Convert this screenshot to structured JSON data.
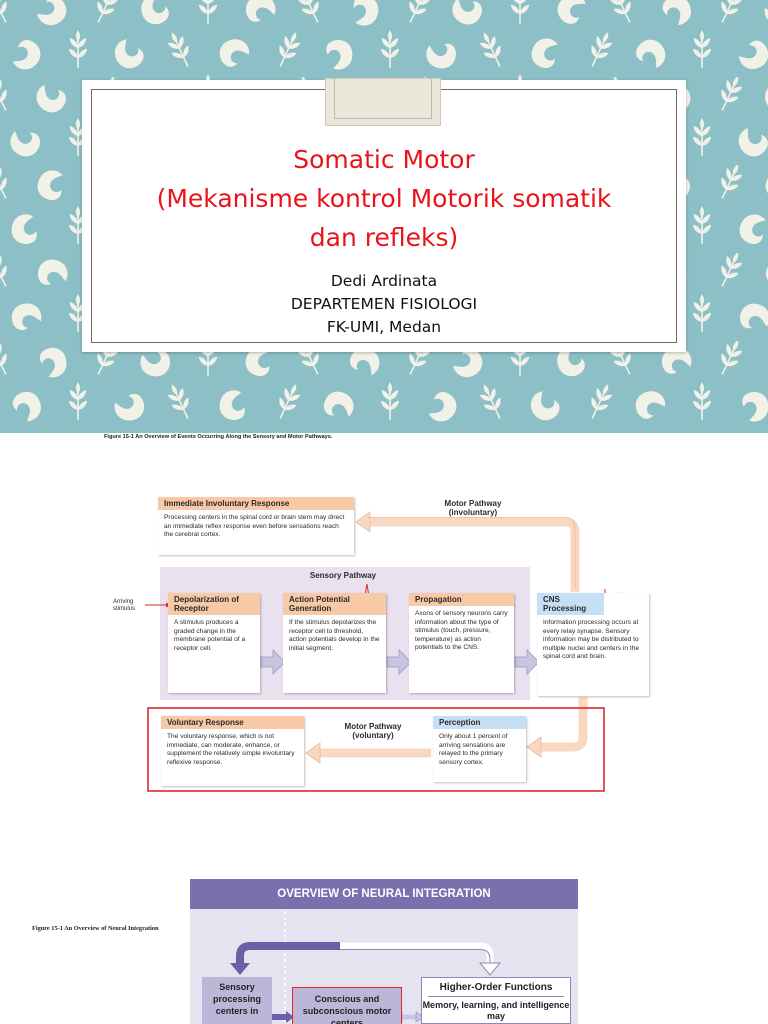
{
  "slide": {
    "title_line1": "Somatic Motor",
    "title_line2": "(Mekanisme kontrol Motorik somatik",
    "title_line3": "dan refleks)",
    "author": "Dedi Ardinata",
    "department": "DEPARTEMEN FISIOLOGI",
    "institution": "FK-UMI, Medan"
  },
  "figure1": {
    "caption": "Figure 15-1 An Overview of Events Occurring Along the Sensory and Motor Pathways.",
    "immediate_title": "Immediate Involuntary Response",
    "immediate_text": "Processing centers in the spinal cord or brain stem may direct an immediate reflex response even before sensations reach the cerebral cortex.",
    "motor_involuntary": "Motor Pathway (involuntary)",
    "sensory_pathway": "Sensory Pathway",
    "arriving_stimulus": "Arriving stimulus",
    "depol_title": "Depolarization of Receptor",
    "depol_text": "A stimulus produces a graded change in the membrane potential of a receptor cell.",
    "ap_title": "Action Potential Generation",
    "ap_text": "If the stimulus depolarizes the receptor cell to threshold, action potentials develop in the initial segment.",
    "prop_title": "Propagation",
    "prop_text": "Axons of sensory neurons carry information about the type of stimulus (touch, pressure, temperature) as action potentials to the CNS.",
    "cns_title": "CNS Processing",
    "cns_text": "Information processing occurs at every relay synapse. Sensory information may be distributed to multiple nuclei and centers in the spinal cord and brain.",
    "voluntary_title": "Voluntary Response",
    "voluntary_text": "The voluntary response, which is not immediate, can moderate, enhance, or supplement the relatively simple involuntary reflexive response.",
    "motor_voluntary": "Motor Pathway (voluntary)",
    "perception_title": "Perception",
    "perception_text": "Only about 1 percent of arriving sensations are relayed to the primary sensory cortex.",
    "colors": {
      "orange_header": "#f7c9a6",
      "blue_header": "#c7dff5",
      "highlight_red": "#e3262b",
      "pathway_bg": "#e9e1ef"
    }
  },
  "figure2": {
    "caption": "Figure 15-1 An Overview of Neural Integration",
    "header": "OVERVIEW OF NEURAL INTEGRATION",
    "sensory_box": "Sensory processing centers in",
    "conscious_box": "Conscious and subconscious motor centers",
    "higher_title": "Higher-Order Functions",
    "higher_text": "Memory, learning, and intelligence may",
    "colors": {
      "header_bg": "#7c6fae",
      "panel_bg": "#e6e3f0"
    }
  }
}
